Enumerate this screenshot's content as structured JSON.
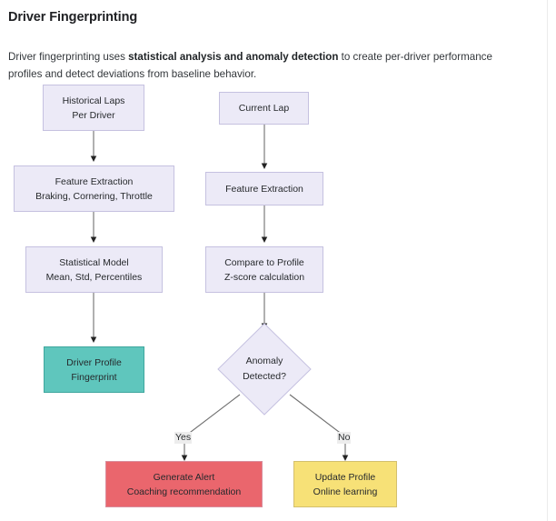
{
  "header": {
    "title": "Driver Fingerprinting"
  },
  "intro": {
    "before": "Driver fingerprinting uses ",
    "bold": "statistical analysis and anomaly detection",
    "after": " to create per-driver performance profiles and detect deviations from baseline behavior."
  },
  "flowchart": {
    "nodes": [
      {
        "id": "historical-laps",
        "line1": "Historical Laps",
        "line2": "Per Driver",
        "shape": "rect",
        "color": "#eceaf7"
      },
      {
        "id": "feature-extraction-hist",
        "line1": "Feature Extraction",
        "line2": "Braking, Cornering, Throttle",
        "shape": "rect",
        "color": "#eceaf7"
      },
      {
        "id": "statistical-model",
        "line1": "Statistical Model",
        "line2": "Mean, Std, Percentiles",
        "shape": "rect",
        "color": "#eceaf7"
      },
      {
        "id": "driver-profile",
        "line1": "Driver Profile",
        "line2": "Fingerprint",
        "shape": "rect",
        "color": "#5fc6bd"
      },
      {
        "id": "current-lap",
        "line1": "Current Lap",
        "line2": "",
        "shape": "rect",
        "color": "#eceaf7"
      },
      {
        "id": "feature-extraction-live",
        "line1": "Feature Extraction",
        "line2": "",
        "shape": "rect",
        "color": "#eceaf7"
      },
      {
        "id": "compare-to-profile",
        "line1": "Compare to Profile",
        "line2": "Z-score calculation",
        "shape": "rect",
        "color": "#eceaf7"
      },
      {
        "id": "anomaly-detected",
        "line1": "Anomaly",
        "line2": "Detected?",
        "shape": "diamond",
        "color": "#eceaf7"
      },
      {
        "id": "generate-alert",
        "line1": "Generate Alert",
        "line2": "Coaching recommendation",
        "shape": "rect",
        "color": "#ea666d"
      },
      {
        "id": "update-profile",
        "line1": "Update Profile",
        "line2": "Online learning",
        "shape": "rect",
        "color": "#f7e177"
      }
    ],
    "edge_labels": {
      "yes": "Yes",
      "no": "No"
    },
    "edge_color": "#707070",
    "arrow_color": "#232323"
  }
}
